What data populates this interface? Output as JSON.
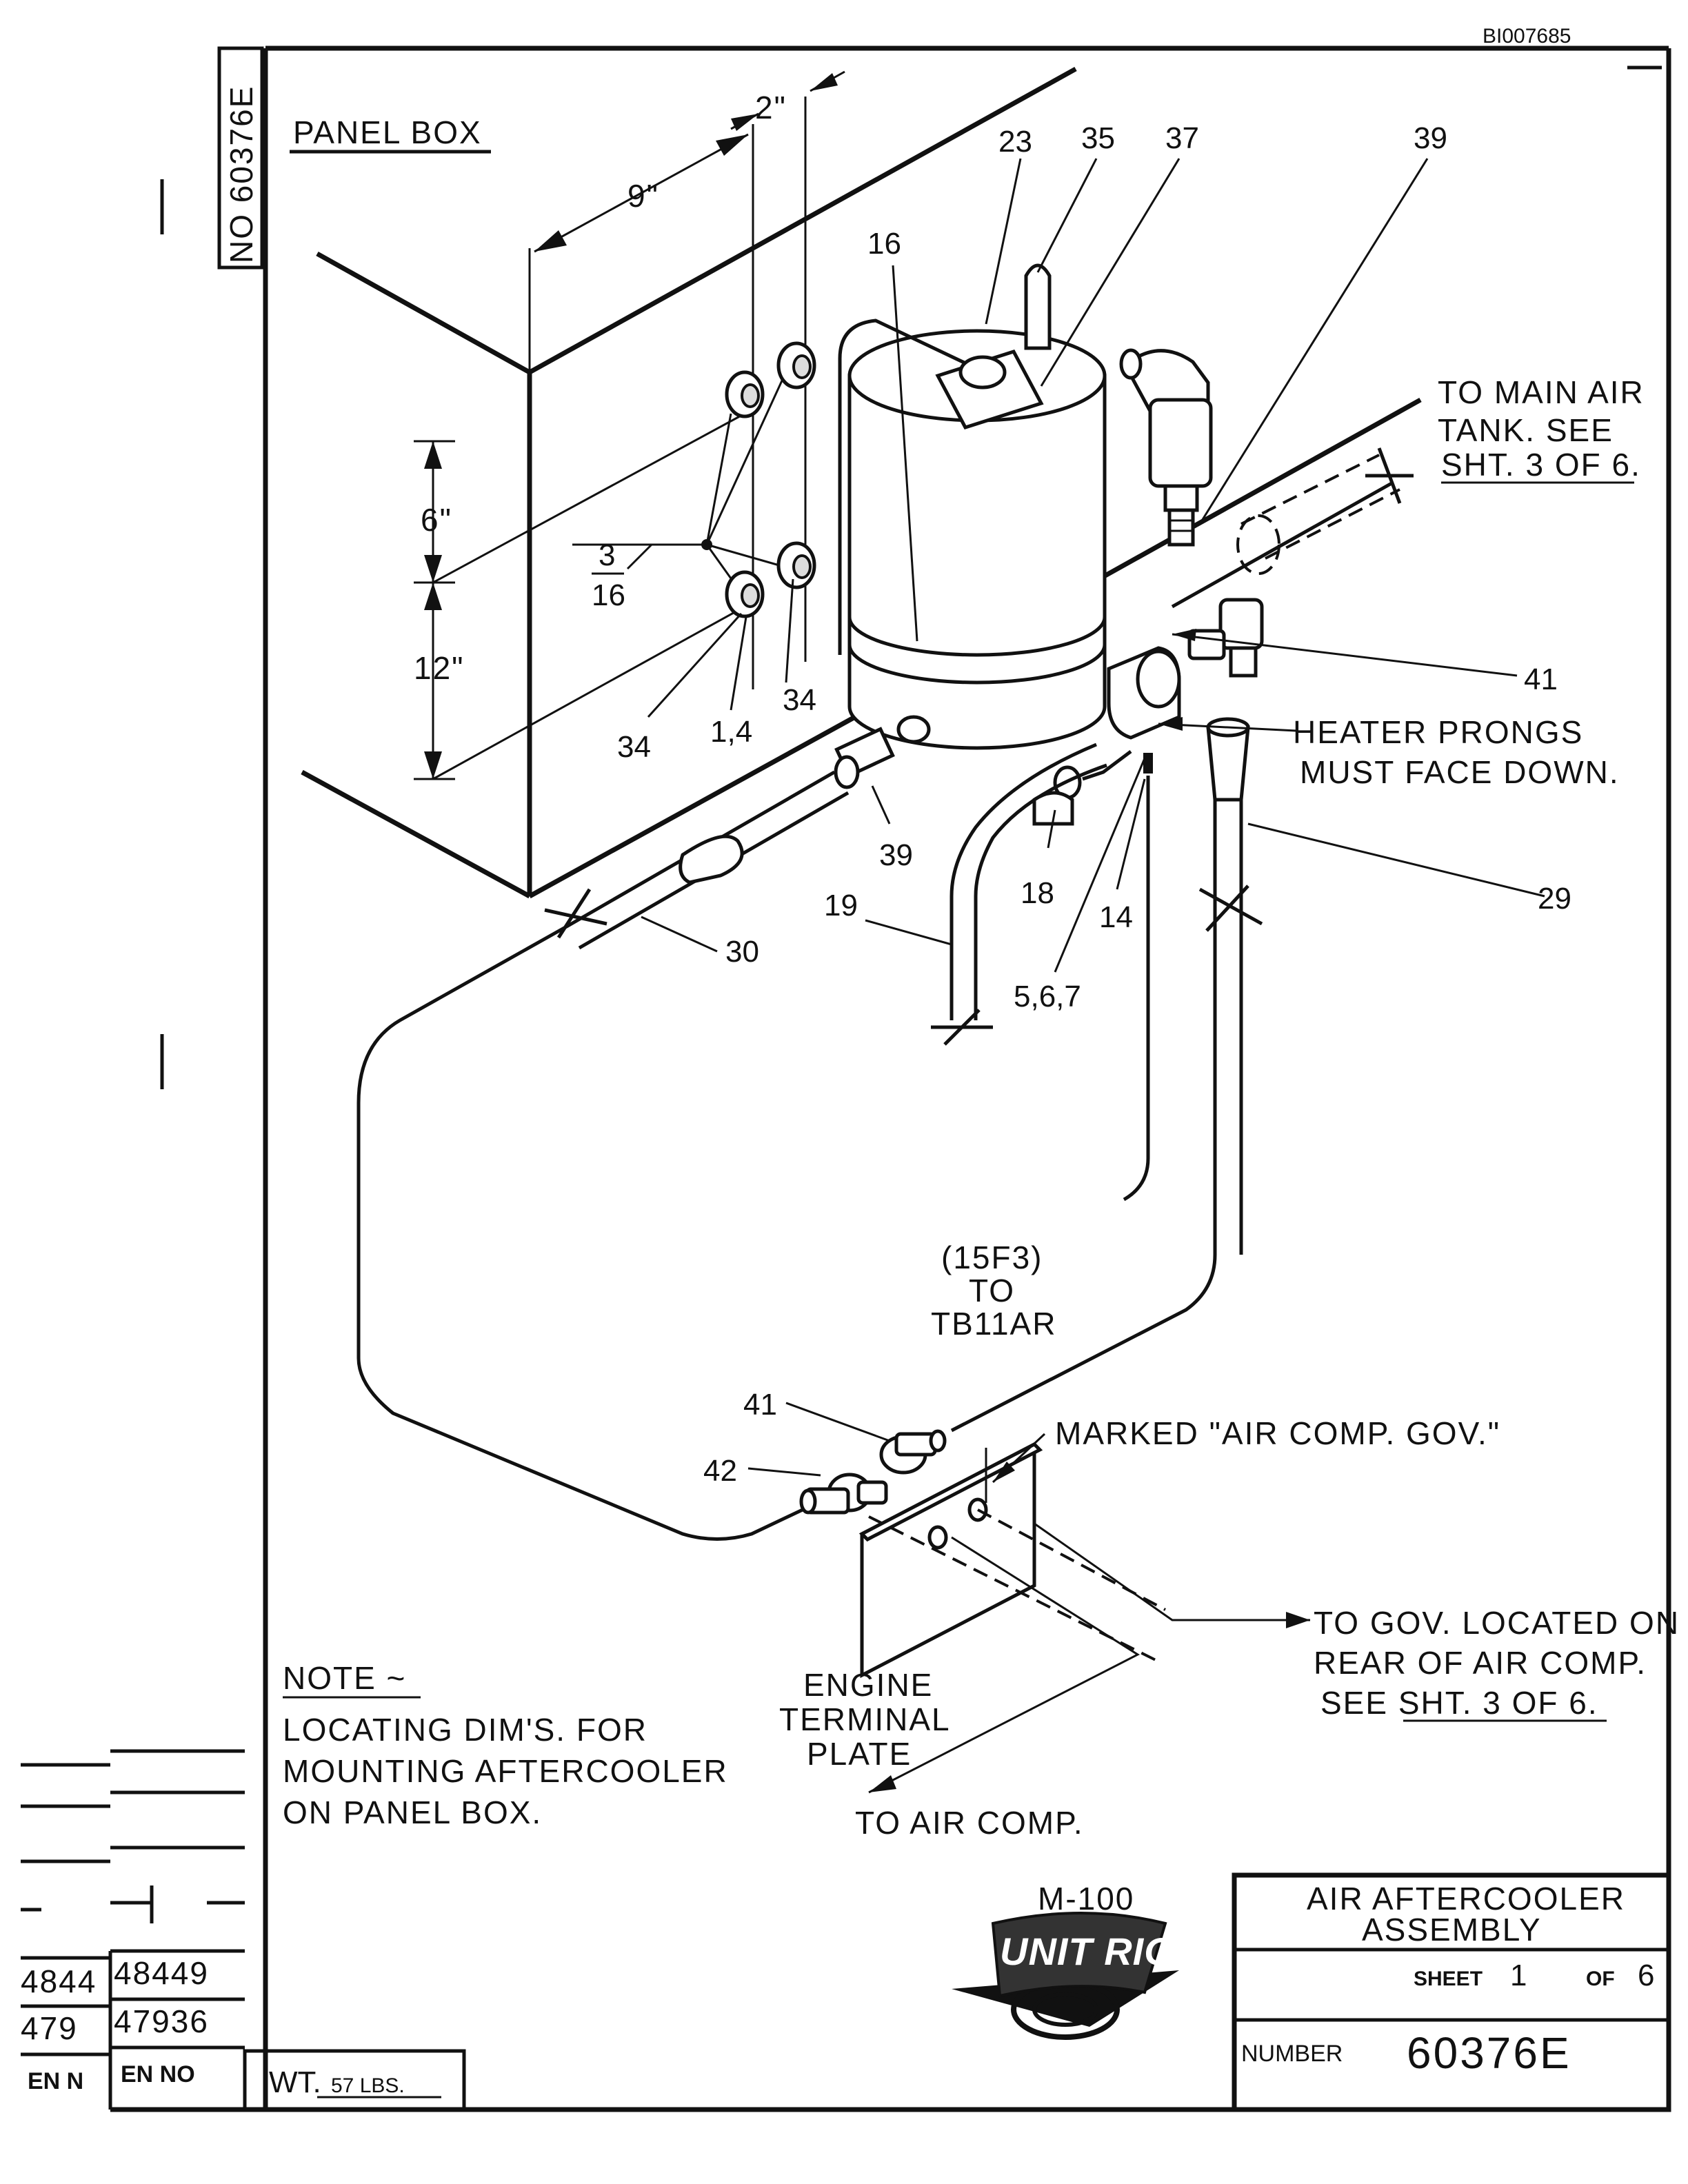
{
  "doc_id": "BI007685",
  "drawing_number_vertical": "NO 60376E",
  "panel_box_label": "PANEL BOX",
  "dimensions": {
    "d9": "9\"",
    "d2": "2\"",
    "d6": "6\"",
    "d12": "12\"",
    "d3_16_num": "3",
    "d3_16_den": "16"
  },
  "callouts": {
    "c23": "23",
    "c35": "35",
    "c37": "37",
    "c39_top": "39",
    "c16": "16",
    "c41_top": "41",
    "c34_right": "34",
    "c34_left": "34",
    "c1_4": "1,4",
    "c39_mid": "39",
    "c19": "19",
    "c18": "18",
    "c14": "14",
    "c29": "29",
    "c30": "30",
    "c5_6_7": "5,6,7",
    "c41_bottom": "41",
    "c42": "42"
  },
  "notes": {
    "main_air_1": "TO MAIN AIR",
    "main_air_2": "TANK. SEE",
    "main_air_3": "SHT. 3 OF 6.",
    "heater_1": "HEATER PRONGS",
    "heater_2": "MUST FACE DOWN.",
    "tb_1": "(15F3)",
    "tb_2": "TO",
    "tb_3": "TB11AR",
    "marked": "MARKED \"AIR COMP. GOV.\"",
    "gov_1": "TO GOV. LOCATED ON",
    "gov_2": "REAR OF AIR COMP.",
    "gov_3": "SEE SHT. 3 OF 6.",
    "plate_1": "ENGINE",
    "plate_2": "TERMINAL",
    "plate_3": "PLATE",
    "to_air_comp": "TO AIR COMP.",
    "note_title": "NOTE ~",
    "note_1": "LOCATING DIM'S. FOR",
    "note_2": "MOUNTING AFTERCOOLER",
    "note_3": "ON PANEL BOX."
  },
  "logo": {
    "model": "M-100",
    "brand": "UNIT RIG"
  },
  "title_block": {
    "title_1": "AIR AFTERCOOLER",
    "title_2": "ASSEMBLY",
    "sheet_label": "SHEET",
    "sheet_num": "1",
    "of_label": "OF",
    "of_total": "6",
    "number_label": "NUMBER",
    "number": "60376E",
    "weight_label": "WT.",
    "weight_value": "57 LBS."
  },
  "revision_block": {
    "row1_a": "4844",
    "row1_b": "48449",
    "row2_a": "479",
    "row2_b": "47936",
    "en_a": "EN N",
    "en_b": "EN NO"
  }
}
